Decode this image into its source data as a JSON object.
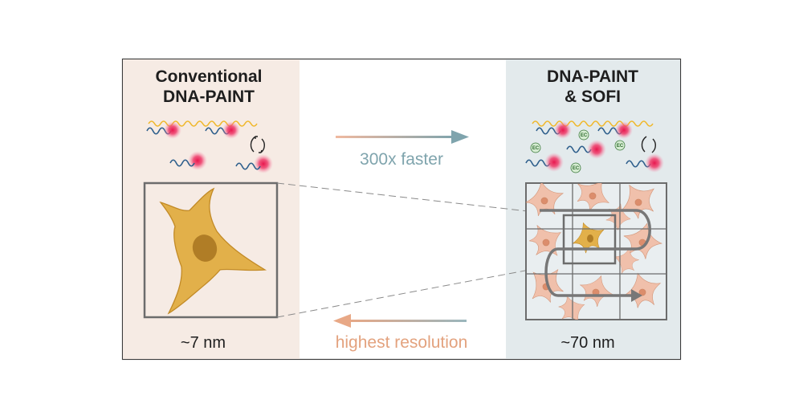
{
  "left_panel": {
    "title_line1": "Conventional",
    "title_line2": "DNA-PAINT",
    "resolution": "~7 nm"
  },
  "right_panel": {
    "title_line1": "DNA-PAINT",
    "title_line2": "& SOFI",
    "resolution": "~70 nm",
    "ec_label": "EC"
  },
  "comparison": {
    "speed_label": "300x faster",
    "resolution_label": "highest resolution"
  },
  "colors": {
    "left_bg": "#f6ebe4",
    "right_bg": "#e3eaec",
    "dna_strand": "#f0b82c",
    "imager_strand": "#2e5f8c",
    "fluorophore": "#e8174e",
    "cell_fill": "#e2b04a",
    "cell_nucleus": "#b07d26",
    "arrow_speed": "#7fa4ad",
    "arrow_resolution": "#e8a886",
    "text_speed": "#7fa4ad",
    "text_resolution": "#e3a27e"
  }
}
